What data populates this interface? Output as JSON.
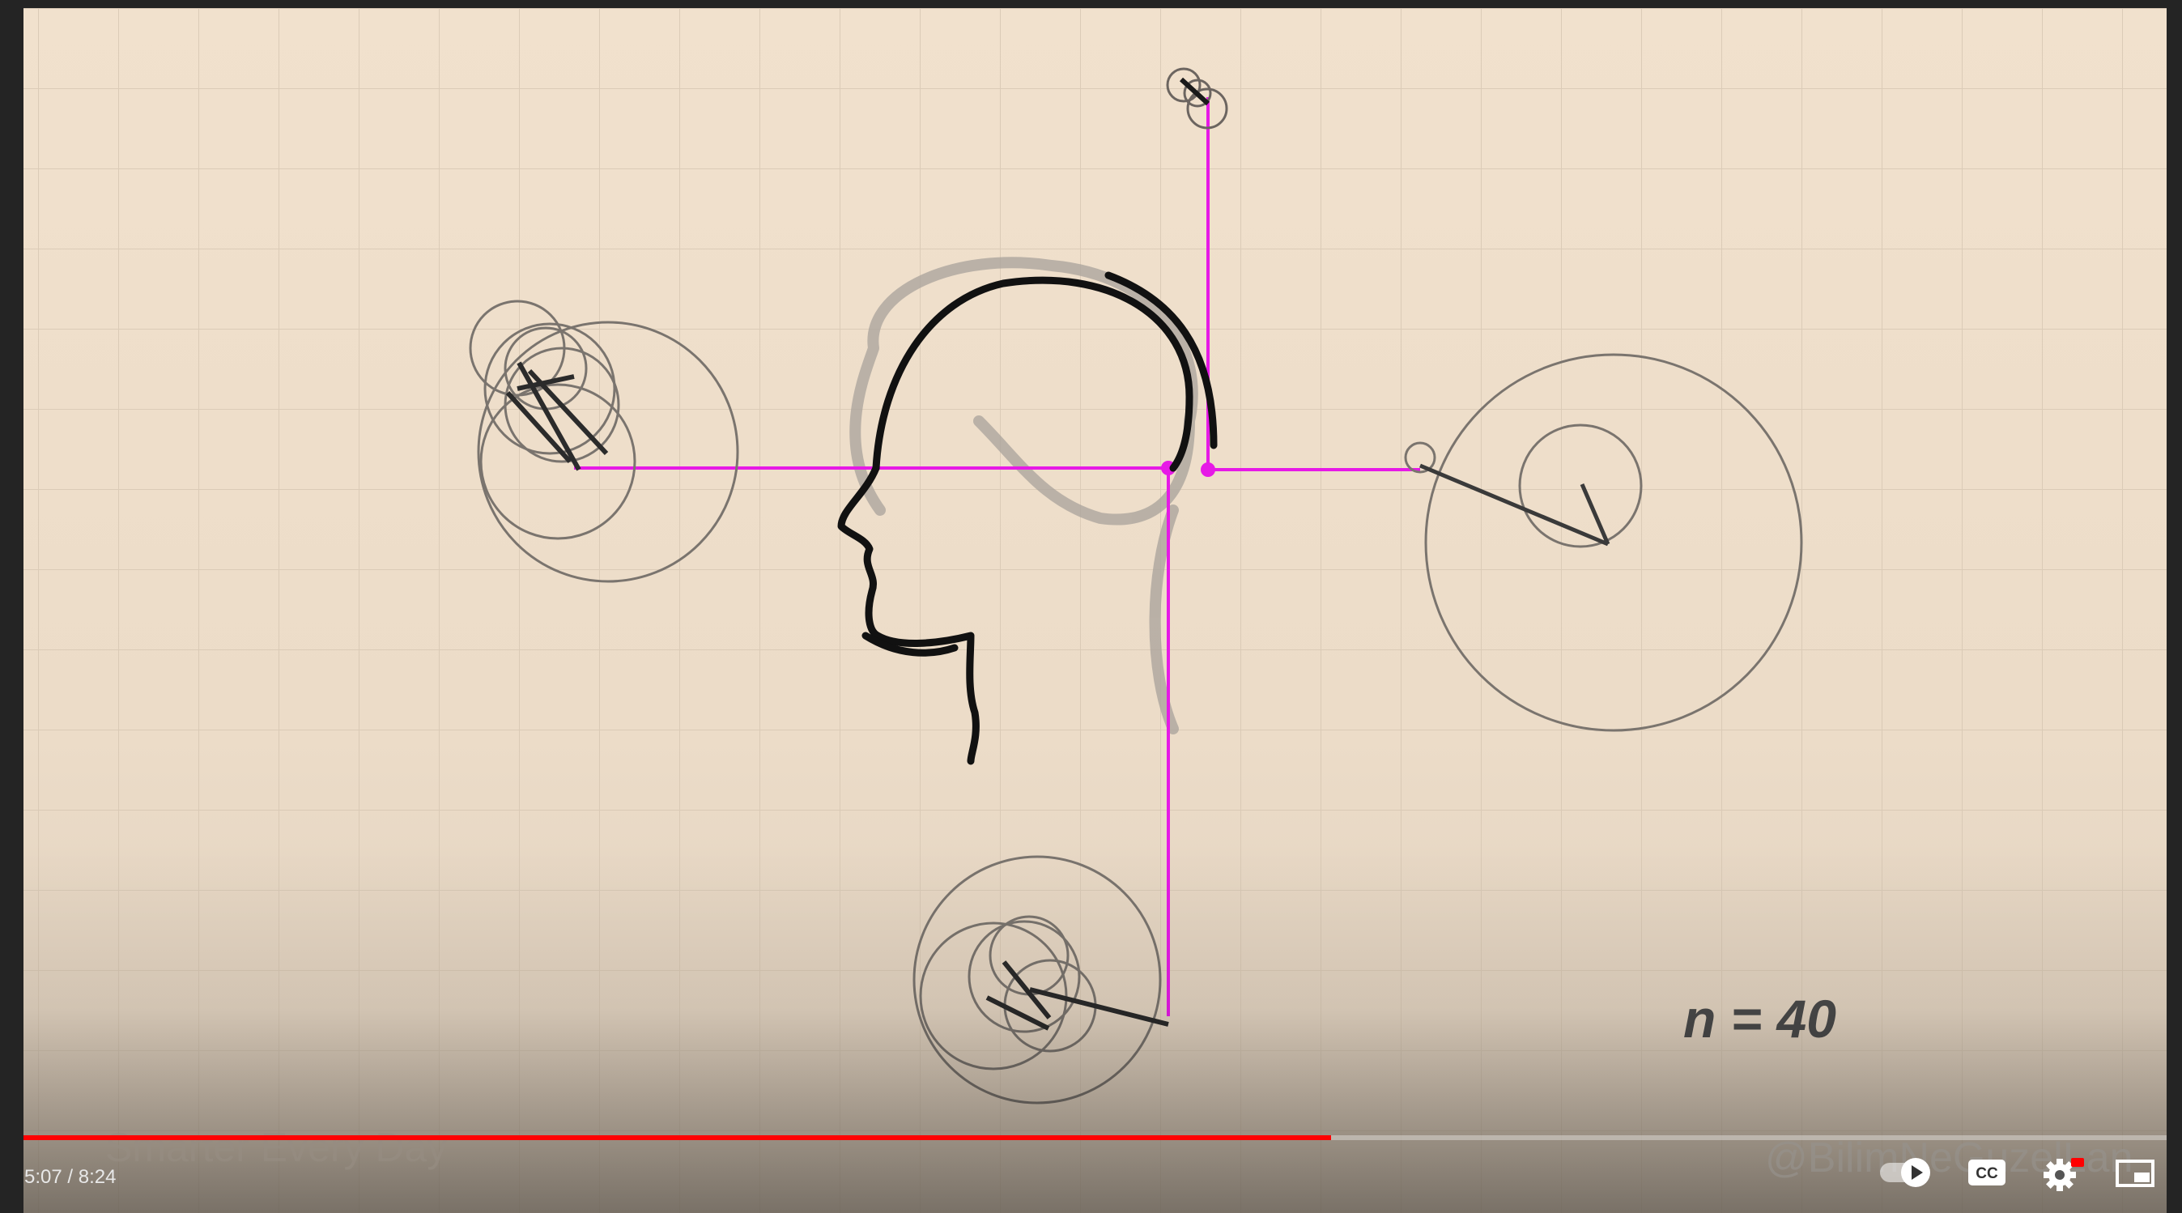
{
  "video": {
    "channel_watermark": "Smarter Every Day",
    "handle_watermark": "@BilimNeGuzelLan",
    "overlay_label": "n = 40"
  },
  "player": {
    "time_display": "5:07 / 8:24",
    "progress_fraction": 0.61,
    "controls": {
      "autoplay_toggle": "autoplay-toggle-icon",
      "subtitles": "closed-captions-icon",
      "settings": "gear-icon",
      "miniplayer": "miniplayer-icon"
    },
    "colors": {
      "progress": "#ff0000",
      "accent_lines": "#e619e6",
      "background": "#efdfcb"
    }
  }
}
